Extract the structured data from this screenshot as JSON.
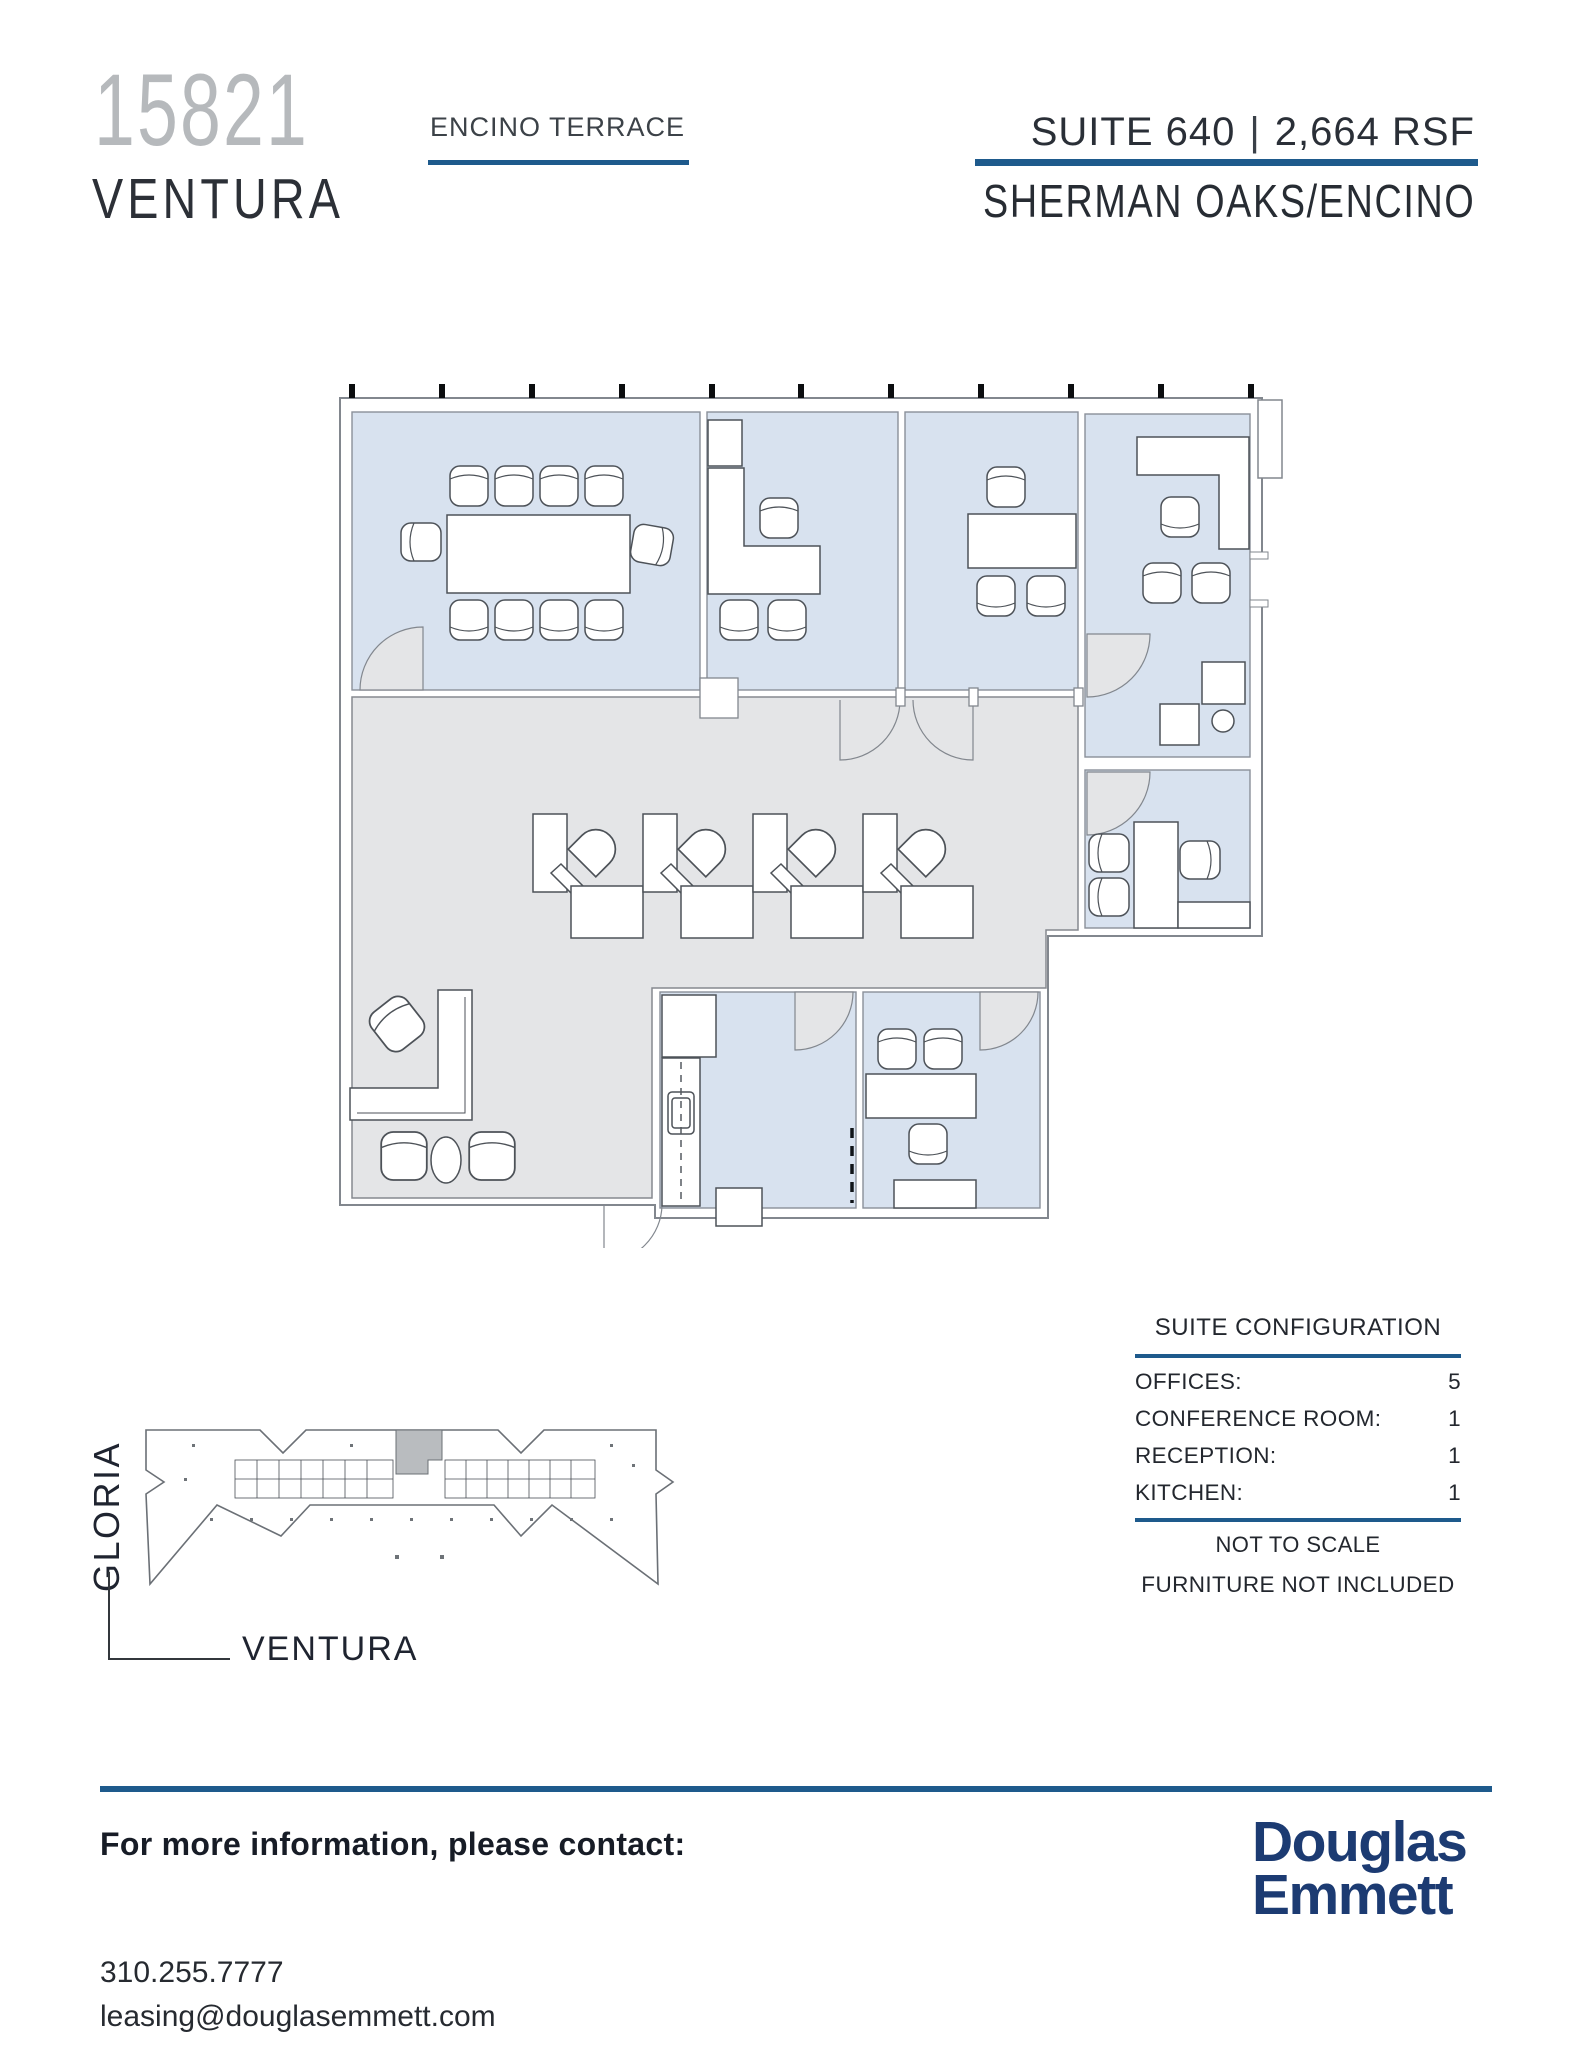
{
  "header": {
    "building_number": "15821",
    "building_name": "VENTURA",
    "property_name": "ENCINO TERRACE",
    "suite_label": "SUITE 640",
    "separator": "|",
    "area_label": "2,664 RSF",
    "submarket": "SHERMAN OAKS/ENCINO"
  },
  "suite_configuration": {
    "title": "SUITE CONFIGURATION",
    "rows": [
      {
        "label": "OFFICES:",
        "value": "5"
      },
      {
        "label": "CONFERENCE ROOM:",
        "value": "1"
      },
      {
        "label": "RECEPTION:",
        "value": "1"
      },
      {
        "label": "KITCHEN:",
        "value": "1"
      }
    ],
    "notes": [
      "NOT TO SCALE",
      "FURNITURE NOT INCLUDED"
    ]
  },
  "locator": {
    "street_side": "GLORIA",
    "street_bottom": "VENTURA"
  },
  "footer": {
    "contact_heading": "For more information, please contact:",
    "phone": "310.255.7777",
    "email": "leasing@douglasemmett.com",
    "logo": {
      "line1": "Douglas",
      "line2": "Emmett"
    }
  },
  "colors": {
    "accent_blue": "#1E5A8C",
    "logo_navy": "#1C3B72",
    "room_fill_blue": "#D8E2EF",
    "floor_fill_gray": "#E4E5E7",
    "wall_line_gray": "#82878E",
    "address_gray": "#B6B9BC",
    "text_dark": "#23272E"
  }
}
